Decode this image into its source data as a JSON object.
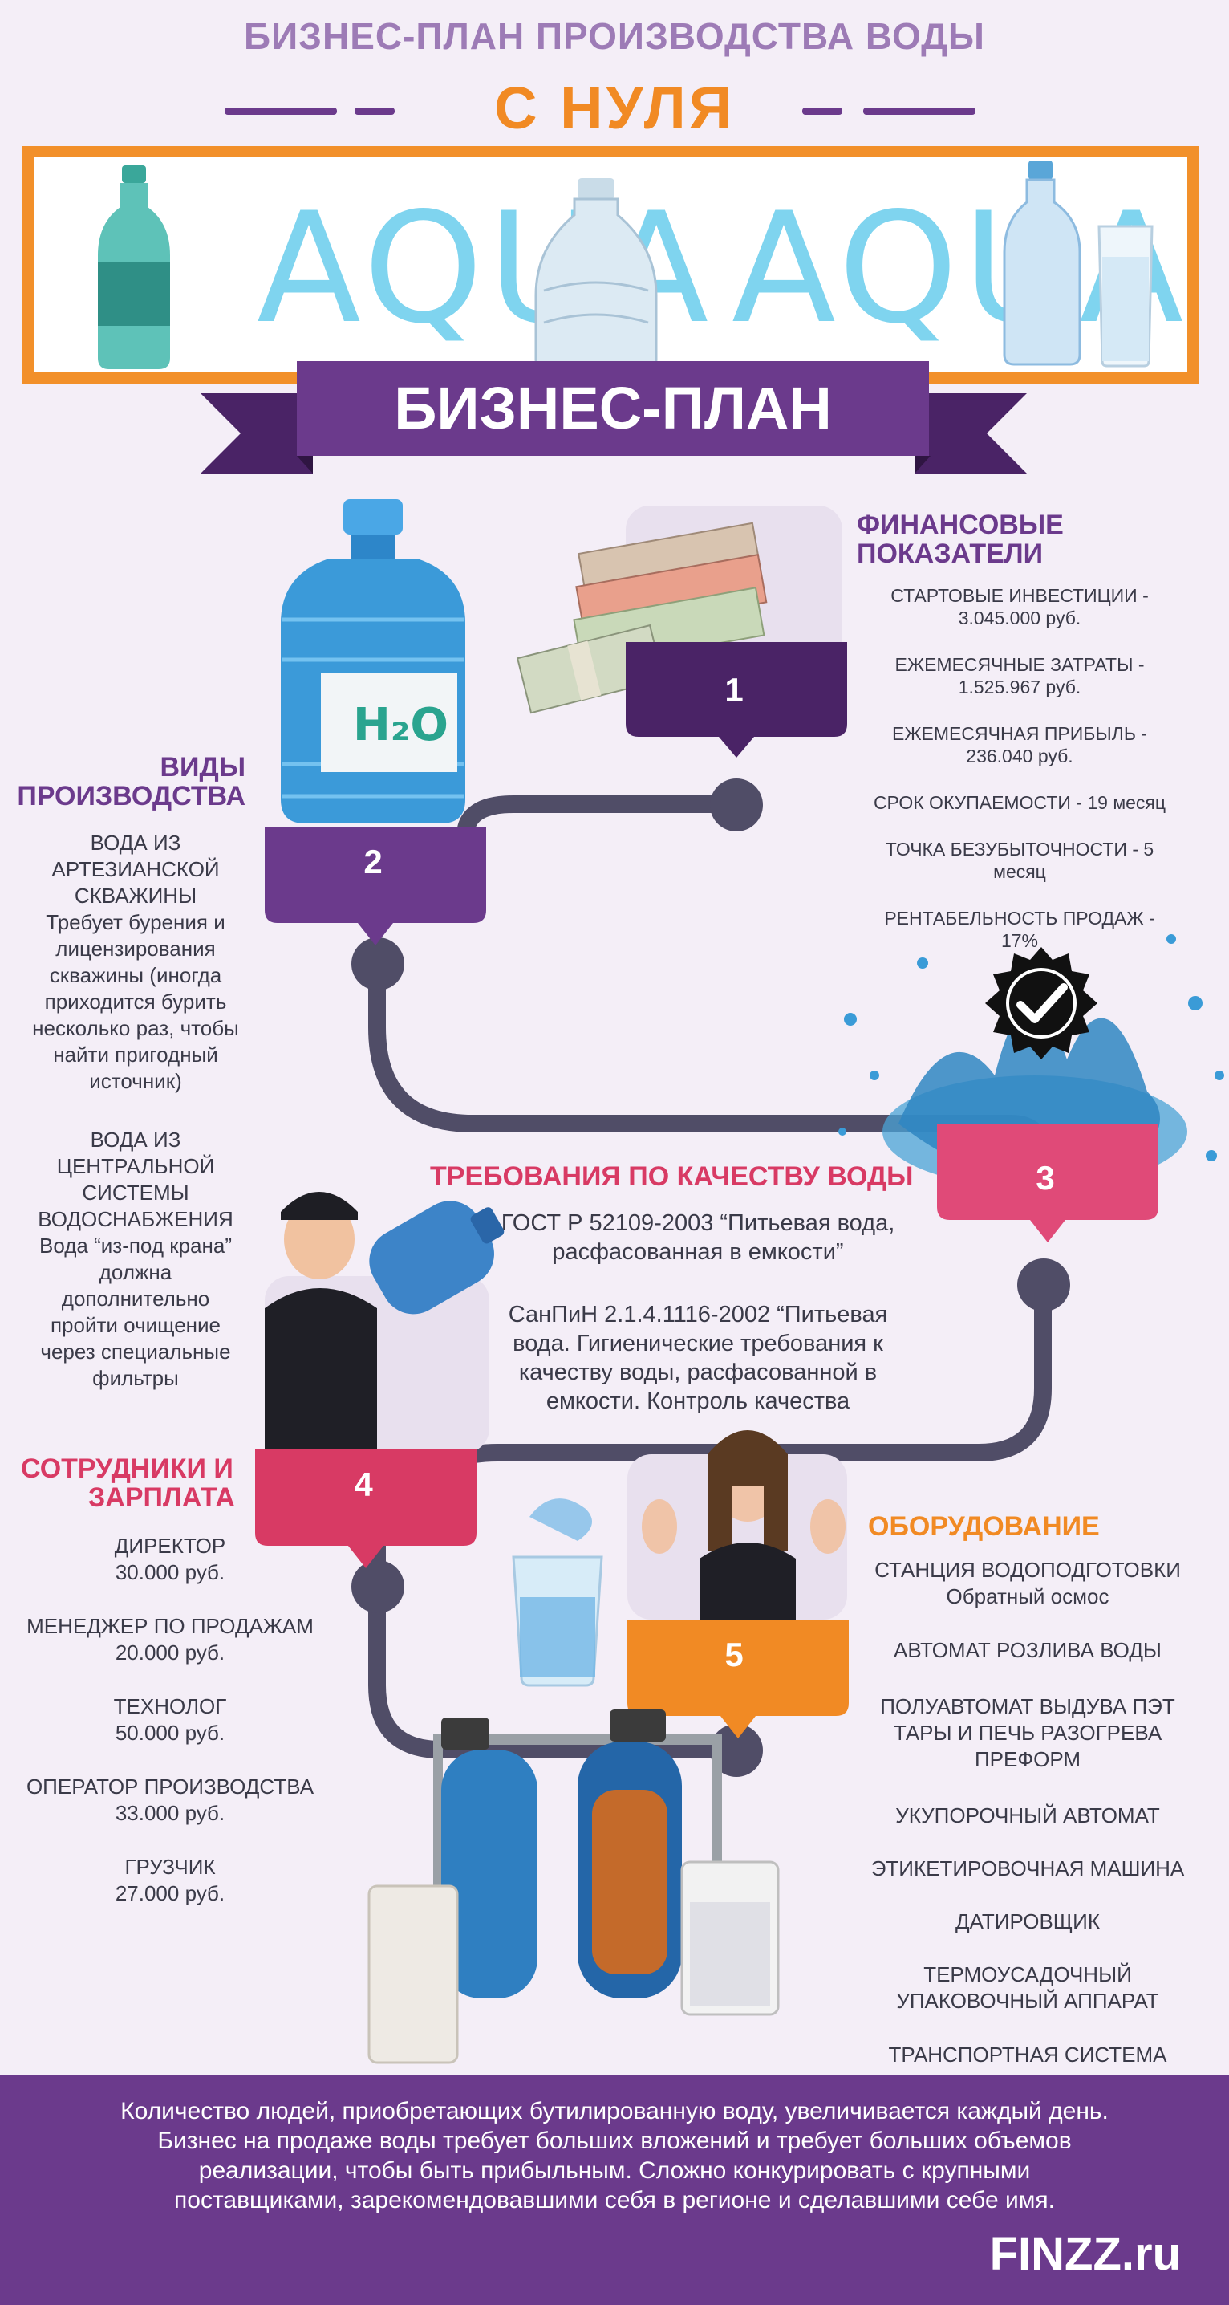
{
  "header": {
    "line1": "БИЗНЕС-ПЛАН ПРОИЗВОДСТВА ВОДЫ",
    "line2": "С НУЛЯ"
  },
  "banner": {
    "word_left": "AQUA",
    "word_right": "AQUA",
    "ribbon": "БИЗНЕС-ПЛАН"
  },
  "steps": {
    "s1": {
      "number": "1",
      "title_a": "ФИНАНСОВЫЕ",
      "title_b": "ПОКАЗАТЕЛИ",
      "items": [
        {
          "a": "СТАРТОВЫЕ ИНВЕСТИЦИИ -",
          "b": "3.045.000 руб."
        },
        {
          "a": "ЕЖЕМЕСЯЧНЫЕ ЗАТРАТЫ -",
          "b": "1.525.967 руб."
        },
        {
          "a": "ЕЖЕМЕСЯЧНАЯ ПРИБЫЛЬ -",
          "b": "236.040 руб."
        },
        {
          "a": "СРОК ОКУПАЕМОСТИ - 19 месяц",
          "b": ""
        },
        {
          "a": "ТОЧКА БЕЗУБЫТОЧНОСТИ - 5",
          "b": "месяц"
        },
        {
          "a": "РЕНТАБЕЛЬНОСТЬ ПРОДАЖ -",
          "b": "17%"
        }
      ]
    },
    "s2": {
      "number": "2",
      "title_a": "ВИДЫ",
      "title_b": "ПРОИЗВОДСТВА",
      "block1": [
        "ВОДА ИЗ",
        "АРТЕЗИАНСКОЙ",
        "СКВАЖИНЫ",
        "Требует бурения и",
        "лицензирования",
        "скважины (иногда",
        "приходится бурить",
        "несколько раз, чтобы",
        "найти пригодный",
        "источник)"
      ],
      "block2": [
        "ВОДА ИЗ",
        "ЦЕНТРАЛЬНОЙ",
        "СИСТЕМЫ",
        "ВОДОСНАБЖЕНИЯ",
        "Вода “из-под крана”",
        "должна",
        "дополнительно",
        "пройти очищение",
        "через специальные",
        "фильтры"
      ]
    },
    "s3": {
      "number": "3",
      "title": "ТРЕБОВАНИЯ ПО КАЧЕСТВУ ВОДЫ",
      "para1": [
        "ГОСТ Р 52109-2003 “Питьевая вода,",
        "расфасованная в емкости”"
      ],
      "para2": [
        "СанПиН 2.1.4.1116-2002 “Питьевая",
        "вода. Гигиенические требования к",
        "качеству воды, расфасованной в",
        "емкости. Контроль качества"
      ]
    },
    "s4": {
      "number": "4",
      "title_a": "СОТРУДНИКИ И",
      "title_b": "ЗАРПЛАТА",
      "items": [
        {
          "a": "ДИРЕКТОР",
          "b": "30.000 руб."
        },
        {
          "a": "МЕНЕДЖЕР ПО ПРОДАЖАМ",
          "b": "20.000 руб."
        },
        {
          "a": "ТЕХНОЛОГ",
          "b": "50.000 руб."
        },
        {
          "a": "ОПЕРАТОР ПРОИЗВОДСТВА",
          "b": "33.000 руб."
        },
        {
          "a": "ГРУЗЧИК",
          "b": "27.000 руб."
        }
      ]
    },
    "s5": {
      "number": "5",
      "title": "ОБОРУДОВАНИЕ",
      "items": [
        [
          "СТАНЦИЯ ВОДОПОДГОТОВКИ",
          "Обратный осмос"
        ],
        [
          "АВТОМАТ РОЗЛИВА ВОДЫ"
        ],
        [
          "ПОЛУАВТОМАТ ВЫДУВА ПЭТ",
          "ТАРЫ И ПЕЧЬ РАЗОГРЕВА",
          "ПРЕФОРМ"
        ],
        [
          "УКУПОРОЧНЫЙ АВТОМАТ"
        ],
        [
          "ЭТИКЕТИРОВОЧНАЯ МАШИНА"
        ],
        [
          "ДАТИРОВЩИК"
        ],
        [
          "ТЕРМОУСАДОЧНЫЙ",
          "УПАКОВОЧНЫЙ АППАРАТ"
        ],
        [
          "ТРАНСПОРТНАЯ СИСТЕМА"
        ]
      ]
    }
  },
  "footer": {
    "lines": [
      "Количество людей, приобретающих бутилированную воду, увеличивается каждый день.",
      "Бизнес на продаже воды требует больших вложений и требует больших объемов",
      "реализации, чтобы быть прибыльным. Сложно конкурировать с крупными",
      "поставщиками, зарекомендовавшими себя в регионе и сделавшими себе имя."
    ],
    "brand": "FINZZ.ru"
  },
  "colors": {
    "purple": "#6b3a8c",
    "orange": "#f18a24",
    "pink": "#d83a64",
    "path": "#504d67",
    "aqua": "#7fd4ef"
  }
}
